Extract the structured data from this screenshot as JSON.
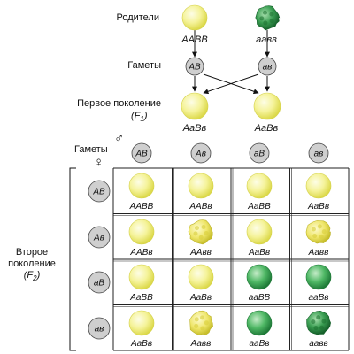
{
  "top": {
    "parents_label": "Родители",
    "parent1_genotype": "AABB",
    "parent2_genotype": "aaвв",
    "gametes_label": "Гаметы",
    "gamete1": "AB",
    "gamete2": "aв",
    "f1_label": "Первое поколение",
    "f1_symbol": "(F",
    "f1_sub": "1",
    "f1_close": ")",
    "f1_genotype_left": "AaBв",
    "f1_genotype_right": "AaBв"
  },
  "grid": {
    "gametes_label": "Гаметы",
    "male_symbol": "♂",
    "female_symbol": "♀",
    "column_gametes": [
      "AB",
      "Aв",
      "aB",
      "aв"
    ],
    "row_gametes": [
      "AB",
      "Aв",
      "aB",
      "aв"
    ],
    "cells": [
      [
        {
          "genotype": "AABB",
          "pea": "yellow-smooth"
        },
        {
          "genotype": "AABв",
          "pea": "yellow-smooth"
        },
        {
          "genotype": "AaBB",
          "pea": "yellow-smooth"
        },
        {
          "genotype": "AaBв",
          "pea": "yellow-smooth"
        }
      ],
      [
        {
          "genotype": "AABв",
          "pea": "yellow-smooth"
        },
        {
          "genotype": "AAвв",
          "pea": "yellow-wrinkled"
        },
        {
          "genotype": "AaBв",
          "pea": "yellow-smooth"
        },
        {
          "genotype": "Aaвв",
          "pea": "yellow-wrinkled"
        }
      ],
      [
        {
          "genotype": "AaBB",
          "pea": "yellow-smooth"
        },
        {
          "genotype": "AaBв",
          "pea": "yellow-smooth"
        },
        {
          "genotype": "aaBB",
          "pea": "green-smooth"
        },
        {
          "genotype": "aaBв",
          "pea": "green-smooth"
        }
      ],
      [
        {
          "genotype": "AaBв",
          "pea": "yellow-smooth"
        },
        {
          "genotype": "Aaвв",
          "pea": "yellow-wrinkled"
        },
        {
          "genotype": "aaBв",
          "pea": "green-smooth"
        },
        {
          "genotype": "aaвв",
          "pea": "green-wrinkled"
        }
      ]
    ],
    "f2_line1": "Второе",
    "f2_line2": "поколение",
    "f2_symbol": "(F",
    "f2_sub": "2",
    "f2_close": ")"
  },
  "colors": {
    "yellow": "#f3f07a",
    "yellow_light": "#fdfde6",
    "green": "#2f9a4a",
    "green_light": "#c6ecc9",
    "gamete_fill": "#c9c9c9",
    "grid_line": "#222222"
  }
}
